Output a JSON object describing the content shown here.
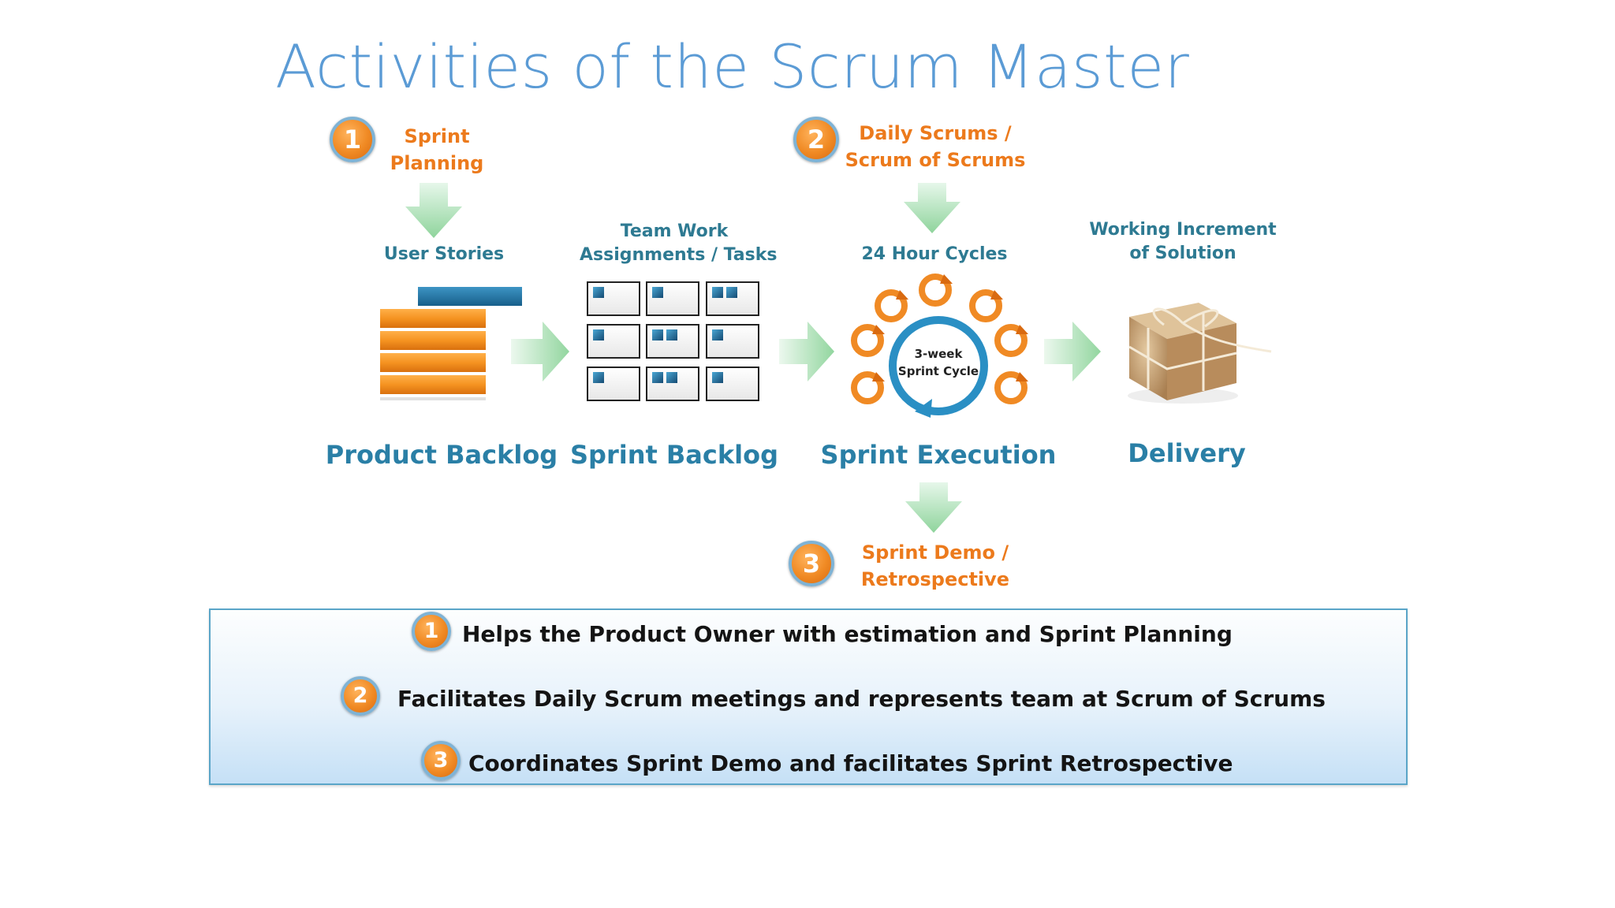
{
  "title": "Activities of the Scrum Master",
  "steps": {
    "s1": {
      "number": "1",
      "line1": "Sprint",
      "line2": "Planning"
    },
    "s2": {
      "number": "2",
      "line1": "Daily Scrums /",
      "line2": "Scrum of Scrums"
    },
    "s3": {
      "number": "3",
      "line1": "Sprint Demo /",
      "line2": "Retrospective"
    }
  },
  "stages": [
    {
      "caption": "User Stories",
      "name": "Product Backlog"
    },
    {
      "caption_line1": "Team Work",
      "caption_line2": "Assignments / Tasks",
      "name": "Sprint Backlog"
    },
    {
      "caption": "24 Hour Cycles",
      "name": "Sprint Execution",
      "cycle_line1": "3-week",
      "cycle_line2": "Sprint Cycle"
    },
    {
      "caption_line1": "Working Increment",
      "caption_line2": "of Solution",
      "name": "Delivery"
    }
  ],
  "activities": [
    {
      "number": "1",
      "text": "Helps the Product Owner with estimation and Sprint Planning"
    },
    {
      "number": "2",
      "text": "Facilitates Daily Scrum meetings and represents team at Scrum of Scrums"
    },
    {
      "number": "3",
      "text": "Coordinates Sprint Demo and facilitates Sprint Retrospective"
    }
  ],
  "colors": {
    "title": "#5b9bd5",
    "orange": "#ec7a1c",
    "teal": "#2a7fa6",
    "arrow_green": "#a8e0b0",
    "box_border": "#5aa5c8"
  }
}
